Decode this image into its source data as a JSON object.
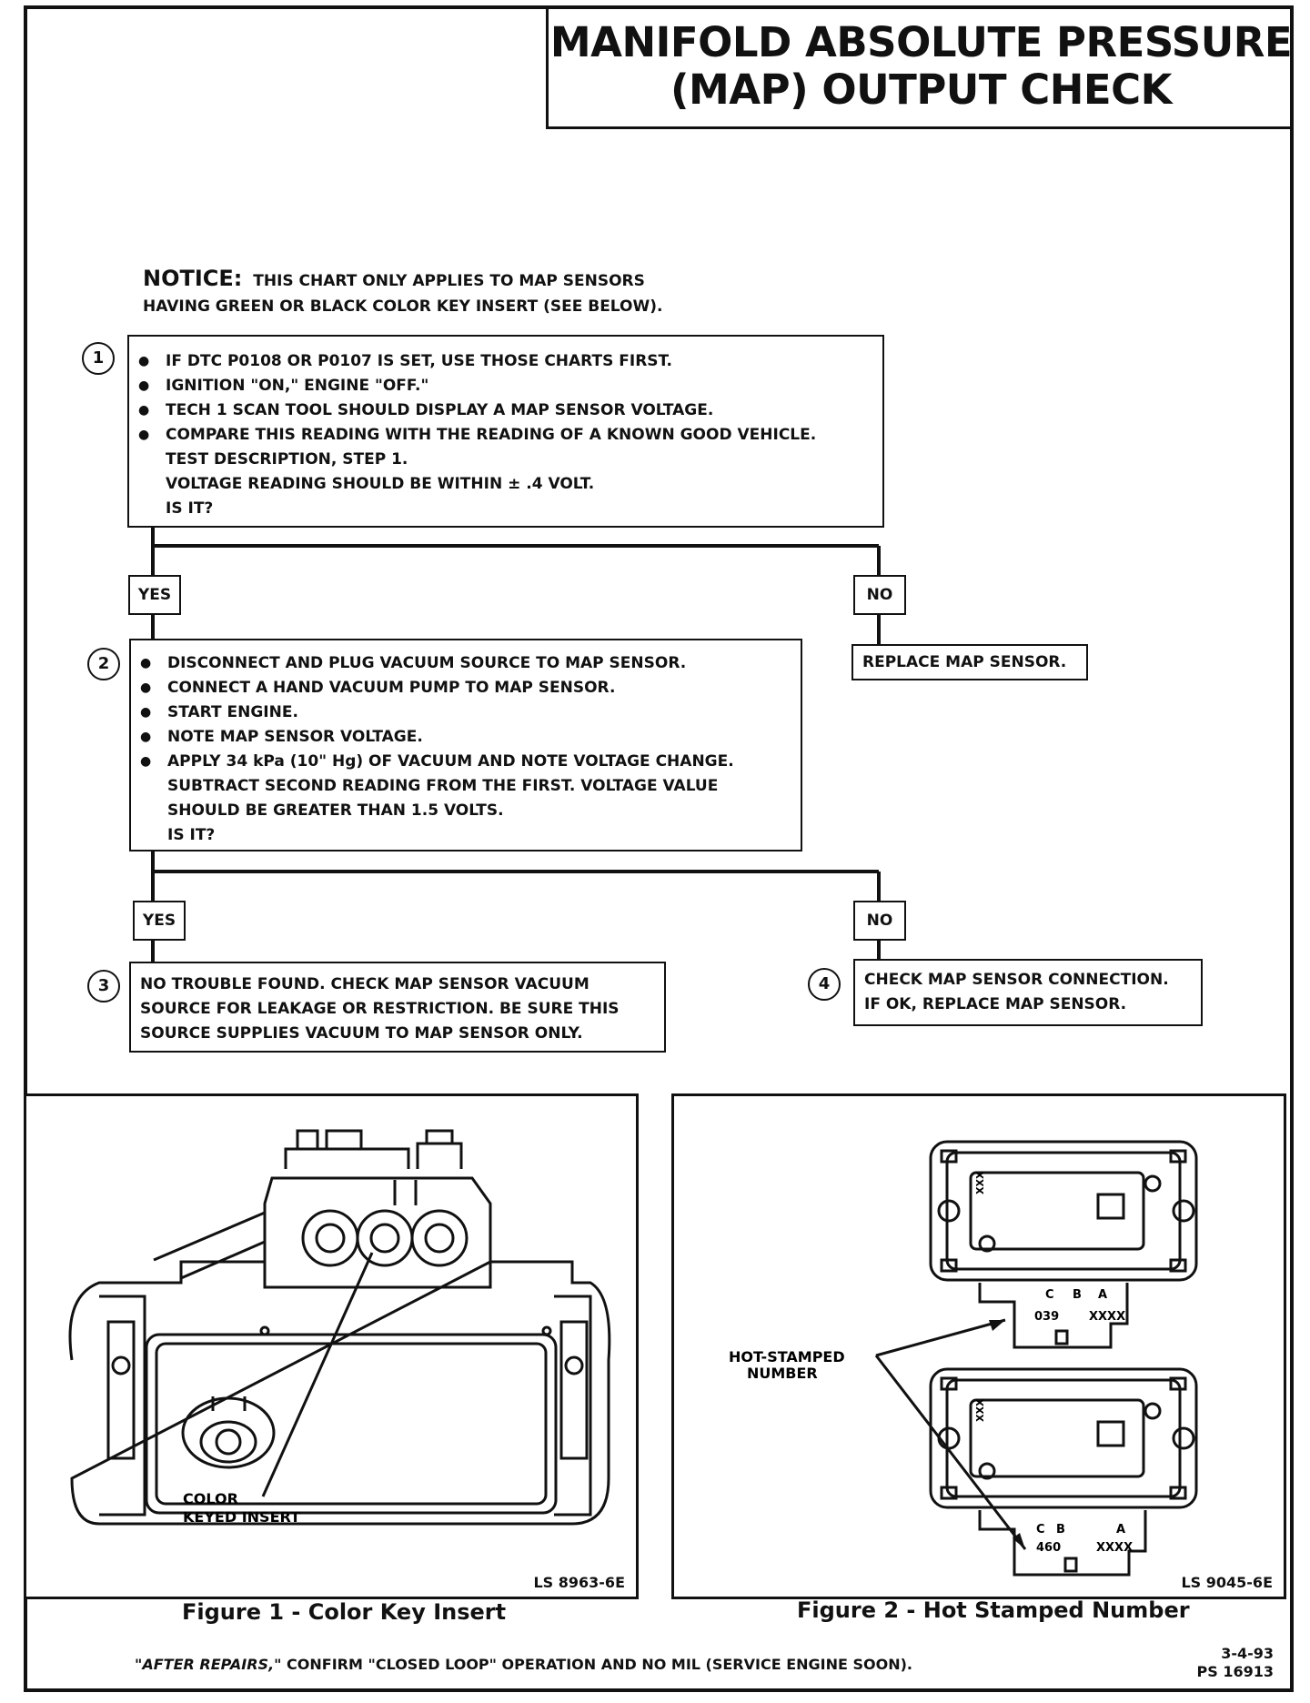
{
  "title": {
    "line1": "MANIFOLD ABSOLUTE PRESSURE",
    "line2": "(MAP) OUTPUT CHECK"
  },
  "notice": {
    "heading": "NOTICE:",
    "line1": "THIS CHART ONLY APPLIES TO MAP SENSORS",
    "line2": "HAVING GREEN OR BLACK COLOR KEY INSERT (SEE BELOW)."
  },
  "step1": {
    "number": "1",
    "bullets": [
      "IF DTC P0108 OR P0107 IS SET, USE THOSE CHARTS FIRST.",
      "IGNITION \"ON,\" ENGINE \"OFF.\"",
      "TECH 1 SCAN TOOL SHOULD DISPLAY A MAP SENSOR VOLTAGE.",
      "COMPARE THIS READING WITH THE READING OF A KNOWN GOOD VEHICLE."
    ],
    "cont": [
      "TEST DESCRIPTION, STEP 1.",
      "VOLTAGE READING SHOULD BE WITHIN ± .4 VOLT.",
      "IS IT?"
    ]
  },
  "branch1": {
    "yes": "YES",
    "no": "NO",
    "no_result": "REPLACE MAP SENSOR."
  },
  "step2": {
    "number": "2",
    "bullets": [
      "DISCONNECT AND PLUG VACUUM SOURCE TO MAP SENSOR.",
      "CONNECT A HAND VACUUM PUMP TO MAP SENSOR.",
      "START ENGINE.",
      "NOTE MAP SENSOR VOLTAGE.",
      "APPLY 34 kPa (10\" Hg) OF VACUUM AND NOTE VOLTAGE CHANGE."
    ],
    "cont": [
      "SUBTRACT SECOND READING FROM THE FIRST.  VOLTAGE VALUE",
      "SHOULD BE GREATER THAN 1.5 VOLTS.",
      "IS IT?"
    ]
  },
  "branch2": {
    "yes": "YES",
    "no": "NO"
  },
  "step3": {
    "number": "3",
    "lines": [
      "NO TROUBLE FOUND.  CHECK MAP SENSOR VACUUM",
      "SOURCE FOR LEAKAGE OR RESTRICTION.  BE SURE THIS",
      "SOURCE SUPPLIES VACUUM TO MAP SENSOR ONLY."
    ]
  },
  "step4": {
    "number": "4",
    "lines": [
      "CHECK MAP SENSOR CONNECTION.",
      "IF OK, REPLACE MAP SENSOR."
    ]
  },
  "figure1": {
    "label_line1": "COLOR",
    "label_line2": "KEYED INSERT",
    "id": "LS 8963-6E",
    "caption": "Figure 1 - Color Key Insert"
  },
  "figure2": {
    "callout_line1": "HOT-STAMPED",
    "callout_line2": "NUMBER",
    "top_sensor": {
      "pins": [
        "C",
        "B",
        "A"
      ],
      "code": "039",
      "suffix": "XXXX",
      "mark": "XXX"
    },
    "bottom_sensor": {
      "pins": [
        "C",
        "B",
        "A"
      ],
      "code": "460",
      "suffix": "XXXX",
      "mark": "XXX"
    },
    "id": "LS 9045-6E",
    "caption": "Figure 2 - Hot Stamped Number"
  },
  "footer": {
    "italic": "\"AFTER REPAIRS,\"",
    "text": " CONFIRM \"CLOSED LOOP\" OPERATION AND NO MIL (SERVICE ENGINE SOON)."
  },
  "doc": {
    "date": "3-4-93",
    "ps": "PS 16913"
  }
}
